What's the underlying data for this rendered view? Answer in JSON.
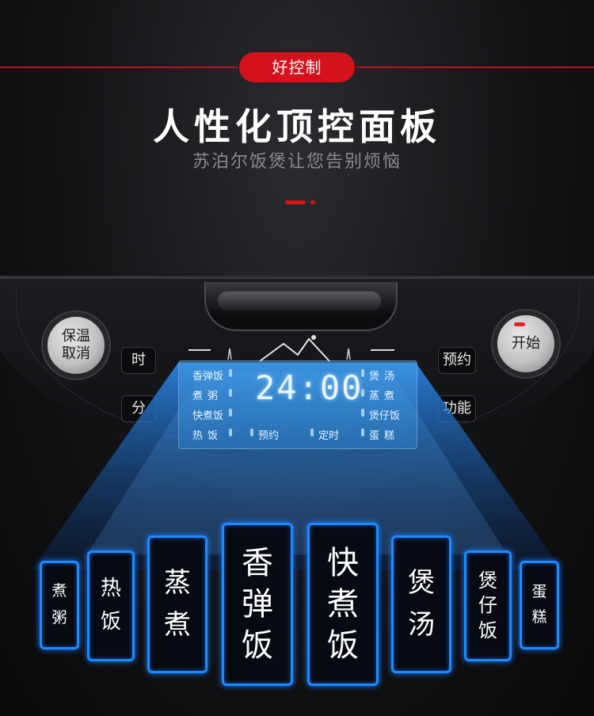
{
  "header": {
    "badge": "好控制",
    "title": "人性化顶控面板",
    "subtitle": "苏泊尔饭煲让您告别烦恼"
  },
  "panel": {
    "left_round_button": [
      "保温",
      "取消"
    ],
    "right_round_button": "开始",
    "hour_button": "时",
    "minute_button": "分",
    "preset_button": "预约",
    "function_button": "功能"
  },
  "display": {
    "time": "24:00",
    "modes_left": [
      "香弹饭",
      "煮粥",
      "快煮饭",
      "热饭"
    ],
    "modes_right": [
      "煲汤",
      "蒸煮",
      "煲仔饭",
      "蛋糕"
    ],
    "bottom_labels": [
      "预约",
      "定时"
    ]
  },
  "mode_cards": [
    {
      "chars": [
        "煮",
        "粥"
      ]
    },
    {
      "chars": [
        "热",
        "饭"
      ]
    },
    {
      "chars": [
        "蒸",
        "煮"
      ]
    },
    {
      "chars": [
        "香",
        "弹",
        "饭"
      ]
    },
    {
      "chars": [
        "快",
        "煮",
        "饭"
      ]
    },
    {
      "chars": [
        "煲",
        "汤"
      ]
    },
    {
      "chars": [
        "煲",
        "仔",
        "饭"
      ]
    },
    {
      "chars": [
        "蛋",
        "糕"
      ]
    }
  ],
  "colors": {
    "accent_red": "#d4121b",
    "glow_blue": "#1d8bff",
    "background": "#111214"
  }
}
